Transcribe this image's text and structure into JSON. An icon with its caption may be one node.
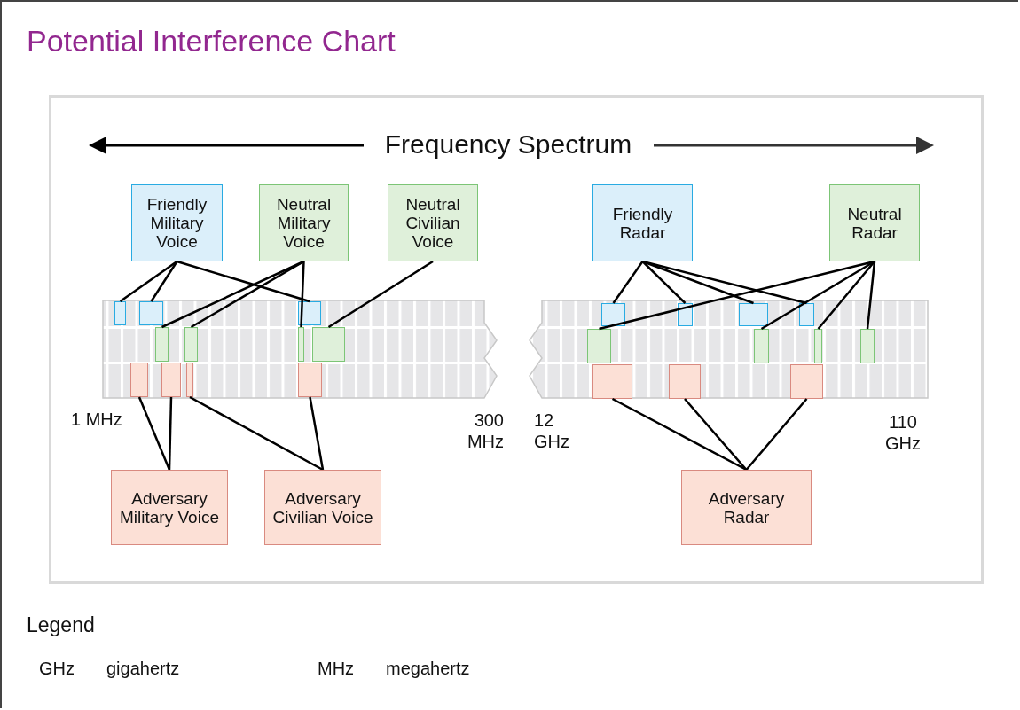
{
  "diagram": {
    "title": "Potential Interference Chart",
    "nodes": [
      {
        "text": [
          "Friendly Military Voice"
        ]
      },
      {
        "text": [
          "Neutral Military Voice"
        ]
      },
      {
        "text": [
          "Neutral Civilian Voice"
        ]
      },
      {
        "text": [
          "Friendly Radar"
        ]
      },
      {
        "text": [
          "Neutral Radar"
        ]
      },
      {
        "text": [],
        "shape": "box"
      },
      {
        "text": [],
        "shape": "box"
      },
      {
        "text": [],
        "shape": "box"
      },
      {
        "text": [],
        "shape": "box"
      },
      {
        "text": [],
        "shape": "box"
      },
      {
        "text": [],
        "shape": "box"
      },
      {
        "text": [],
        "shape": "box"
      },
      {
        "text": [],
        "shape": "box"
      },
      {
        "text": [],
        "shape": "box"
      },
      {
        "text": [],
        "shape": "box"
      },
      {
        "text": [],
        "shape": "box"
      },
      {
        "text": [],
        "shape": "box"
      },
      {
        "text": [],
        "shape": "box"
      },
      {
        "text": [],
        "shape": "box"
      },
      {
        "text": [],
        "shape": "box"
      },
      {
        "text": [],
        "shape": "box"
      },
      {
        "text": [],
        "shape": "box"
      },
      {
        "text": [],
        "shape": "box"
      },
      {
        "text": [],
        "shape": "box"
      },
      {
        "text": [],
        "shape": "box"
      },
      {
        "text": [],
        "shape": "box"
      },
      {
        "text": [],
        "shape": "box"
      },
      {
        "text": [
          "Adversary Military Voice"
        ]
      },
      {
        "text": [
          "Adversary Civilian Voice"
        ]
      },
      {
        "text": [
          "Adversary Radar"
        ]
      }
    ],
    "edges": [
      {
        "from": 0,
        "to": 5,
        "arrow": "none"
      },
      {
        "from": 0,
        "to": 6,
        "arrow": "none"
      },
      {
        "from": 0,
        "to": 7,
        "arrow": "none"
      },
      {
        "from": 1,
        "to": 12,
        "arrow": "none"
      },
      {
        "from": 1,
        "to": 13,
        "arrow": "none"
      },
      {
        "from": 1,
        "to": 14,
        "arrow": "none"
      },
      {
        "from": 2,
        "to": 15,
        "arrow": "none"
      },
      {
        "from": 3,
        "to": 8,
        "arrow": "none"
      },
      {
        "from": 3,
        "to": 9,
        "arrow": "none"
      },
      {
        "from": 3,
        "to": 10,
        "arrow": "none"
      },
      {
        "from": 3,
        "to": 11,
        "arrow": "none"
      },
      {
        "from": 4,
        "to": 16,
        "arrow": "none"
      },
      {
        "from": 4,
        "to": 17,
        "arrow": "none"
      },
      {
        "from": 4,
        "to": 18,
        "arrow": "none"
      },
      {
        "from": 4,
        "to": 19,
        "arrow": "none"
      },
      {
        "from": 27,
        "to": 20,
        "arrow": "none"
      },
      {
        "from": 27,
        "to": 21,
        "arrow": "none"
      },
      {
        "from": 28,
        "to": 22,
        "arrow": "none"
      },
      {
        "from": 28,
        "to": 23,
        "arrow": "none"
      },
      {
        "from": 29,
        "to": 24,
        "arrow": "none"
      },
      {
        "from": 29,
        "to": 25,
        "arrow": "none"
      },
      {
        "from": 29,
        "to": 26,
        "arrow": "none"
      }
    ],
    "labels": [
      "Frequency Spectrum",
      "1 MHz",
      "300 MHz",
      "12 GHz",
      "110 GHz",
      "Legend",
      "GHz",
      "gigahertz",
      "MHz",
      "megahertz"
    ]
  }
}
